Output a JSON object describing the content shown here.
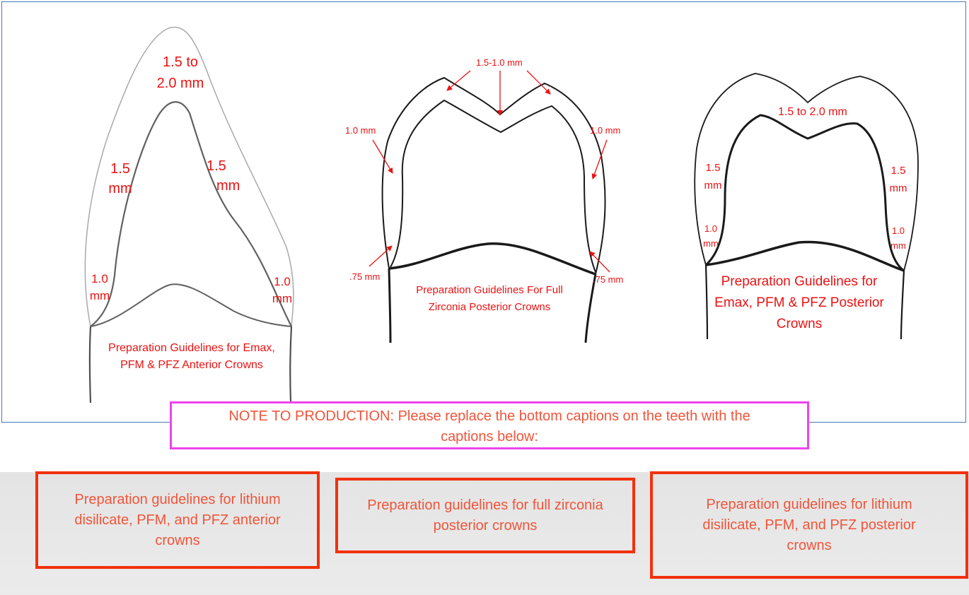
{
  "colors": {
    "accent_red": "#ec1212",
    "frame_blue": "#4a74b8",
    "note_border": "#ee44ee",
    "box_border": "#f2310c",
    "caption_text": "#f0553a"
  },
  "anterior": {
    "incisal_1": "1.5 to",
    "incisal_2": "2.0 mm",
    "left_wall_1": "1.5",
    "left_wall_2": "mm",
    "right_wall_1": "1.5",
    "right_wall_2": "mm",
    "left_margin_1": "1.0",
    "left_margin_2": "mm",
    "right_margin_1": "1.0",
    "right_margin_2": "mm",
    "caption_1": "Preparation Guidelines for Emax,",
    "caption_2": "PFM & PFZ Anterior Crowns"
  },
  "zirconia": {
    "occlusal": "1.5-1.0 mm",
    "left_wall": "1.0 mm",
    "right_wall": "1.0 mm",
    "left_margin": ".75 mm",
    "right_margin": ".75 mm",
    "caption_1": "Preparation Guidelines For Full",
    "caption_2": "Zirconia Posterior Crowns"
  },
  "posterior": {
    "occlusal": "1.5 to 2.0 mm",
    "left_wall_1": "1.5",
    "left_wall_2": "mm",
    "right_wall_1": "1.5",
    "right_wall_2": "mm",
    "left_margin_1": "1.0",
    "left_margin_2": "mm",
    "right_margin_1": "1.0",
    "right_margin_2": "mm",
    "caption_1": "Preparation Guidelines for",
    "caption_2": "Emax, PFM & PFZ Posterior",
    "caption_3": "Crowns"
  },
  "note": {
    "line_1": "NOTE TO PRODUCTION: Please replace the bottom captions on the teeth with the",
    "line_2": "captions below:"
  },
  "replacement_captions": [
    {
      "line_1": "Preparation guidelines for lithium",
      "line_2": "disilicate, PFM, and PFZ anterior",
      "line_3": "crowns"
    },
    {
      "line_1": "Preparation guidelines for full zirconia",
      "line_2": "posterior crowns"
    },
    {
      "line_1": "Preparation guidelines for lithium",
      "line_2": "disilicate, PFM, and PFZ posterior",
      "line_3": "crowns"
    }
  ]
}
